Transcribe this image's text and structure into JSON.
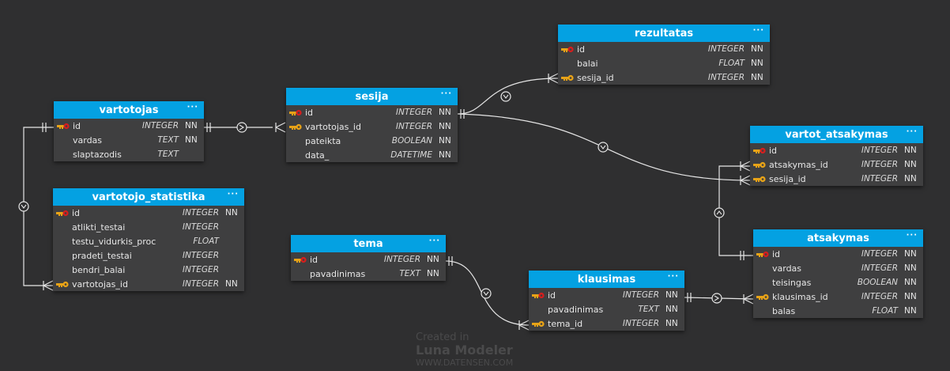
{
  "tables": {
    "rezultatas": {
      "name": "rezultatas",
      "menu": "···",
      "rows": [
        {
          "key": "pk",
          "name": "id",
          "type": "INTEGER",
          "nn": "NN"
        },
        {
          "key": "",
          "name": "balai",
          "type": "FLOAT",
          "nn": "NN"
        },
        {
          "key": "fk",
          "name": "sesija_id",
          "type": "INTEGER",
          "nn": "NN"
        }
      ]
    },
    "sesija": {
      "name": "sesija",
      "menu": "···",
      "rows": [
        {
          "key": "pk",
          "name": "id",
          "type": "INTEGER",
          "nn": "NN"
        },
        {
          "key": "fk",
          "name": "vartotojas_id",
          "type": "INTEGER",
          "nn": "NN"
        },
        {
          "key": "",
          "name": "pateikta",
          "type": "BOOLEAN",
          "nn": "NN"
        },
        {
          "key": "",
          "name": "data_",
          "type": "DATETIME",
          "nn": "NN"
        }
      ]
    },
    "vartotojas": {
      "name": "vartotojas",
      "menu": "···",
      "rows": [
        {
          "key": "pk",
          "name": "id",
          "type": "INTEGER",
          "nn": "NN"
        },
        {
          "key": "",
          "name": "vardas",
          "type": "TEXT",
          "nn": "NN"
        },
        {
          "key": "",
          "name": "slaptazodis",
          "type": "TEXT",
          "nn": ""
        }
      ]
    },
    "vartot_atsakymas": {
      "name": "vartot_atsakymas",
      "menu": "···",
      "rows": [
        {
          "key": "pk",
          "name": "id",
          "type": "INTEGER",
          "nn": "NN"
        },
        {
          "key": "fk",
          "name": "atsakymas_id",
          "type": "INTEGER",
          "nn": "NN"
        },
        {
          "key": "fk",
          "name": "sesija_id",
          "type": "INTEGER",
          "nn": "NN"
        }
      ]
    },
    "vartotojo_statistika": {
      "name": "vartotojo_statistika",
      "menu": "···",
      "rows": [
        {
          "key": "pk",
          "name": "id",
          "type": "INTEGER",
          "nn": "NN"
        },
        {
          "key": "",
          "name": "atlikti_testai",
          "type": "INTEGER",
          "nn": ""
        },
        {
          "key": "",
          "name": "testu_vidurkis_proc",
          "type": "FLOAT",
          "nn": ""
        },
        {
          "key": "",
          "name": "pradeti_testai",
          "type": "INTEGER",
          "nn": ""
        },
        {
          "key": "",
          "name": "bendri_balai",
          "type": "INTEGER",
          "nn": ""
        },
        {
          "key": "fk",
          "name": "vartotojas_id",
          "type": "INTEGER",
          "nn": "NN"
        }
      ]
    },
    "tema": {
      "name": "tema",
      "menu": "···",
      "rows": [
        {
          "key": "pk",
          "name": "id",
          "type": "INTEGER",
          "nn": "NN"
        },
        {
          "key": "",
          "name": "pavadinimas",
          "type": "TEXT",
          "nn": "NN"
        }
      ]
    },
    "atsakymas": {
      "name": "atsakymas",
      "menu": "···",
      "rows": [
        {
          "key": "pk",
          "name": "id",
          "type": "INTEGER",
          "nn": "NN"
        },
        {
          "key": "",
          "name": "vardas",
          "type": "INTEGER",
          "nn": "NN"
        },
        {
          "key": "",
          "name": "teisingas",
          "type": "BOOLEAN",
          "nn": "NN"
        },
        {
          "key": "fk",
          "name": "klausimas_id",
          "type": "INTEGER",
          "nn": "NN"
        },
        {
          "key": "",
          "name": "balas",
          "type": "FLOAT",
          "nn": "NN"
        }
      ]
    },
    "klausimas": {
      "name": "klausimas",
      "menu": "···",
      "rows": [
        {
          "key": "pk",
          "name": "id",
          "type": "INTEGER",
          "nn": "NN"
        },
        {
          "key": "",
          "name": "pavadinimas",
          "type": "TEXT",
          "nn": "NN"
        },
        {
          "key": "fk",
          "name": "tema_id",
          "type": "INTEGER",
          "nn": "NN"
        }
      ]
    }
  },
  "watermark": {
    "line1": "Created in",
    "line2": "Luna Modeler",
    "line3": "WWW.DATENSEN.COM"
  }
}
